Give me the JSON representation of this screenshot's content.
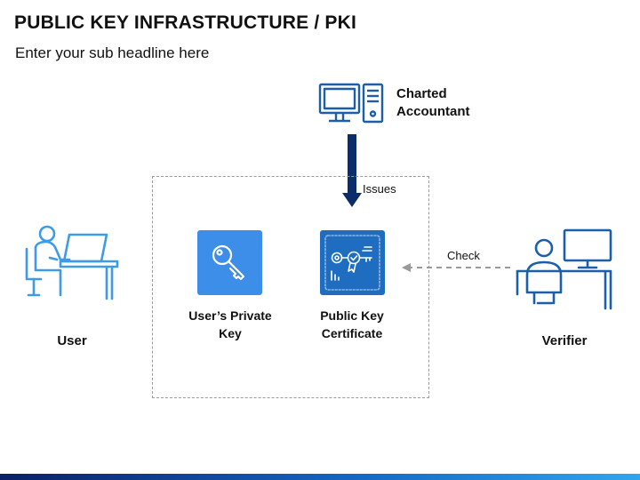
{
  "slide": {
    "title": "PUBLIC KEY INFRASTRUCTURE / PKI",
    "subtitle": "Enter your sub headline here"
  },
  "nodes": {
    "ca": {
      "line1": "Charted",
      "line2": "Accountant",
      "icon": "computer-workstation-icon"
    },
    "user": {
      "label": "User",
      "icon": "person-at-laptop-desk-icon"
    },
    "private_key": {
      "line1": "User’s Private",
      "line2": "Key",
      "icon": "key-icon"
    },
    "certificate": {
      "line1": "Public Key",
      "line2": "Certificate",
      "icon": "key-certificate-icon"
    },
    "verifier": {
      "label": "Verifier",
      "icon": "person-at-monitor-desk-icon"
    }
  },
  "edges": {
    "issues": {
      "label": "Issues"
    },
    "check": {
      "label": "Check"
    }
  },
  "colors": {
    "accent_blue": "#3d8ee8",
    "dark_navy": "#0c2d6b",
    "cert_blue": "#1f6dc0",
    "outline_blue": "#1c5ea8",
    "light_blue": "#3d9be8",
    "dash_gray": "#9a9a9a"
  }
}
